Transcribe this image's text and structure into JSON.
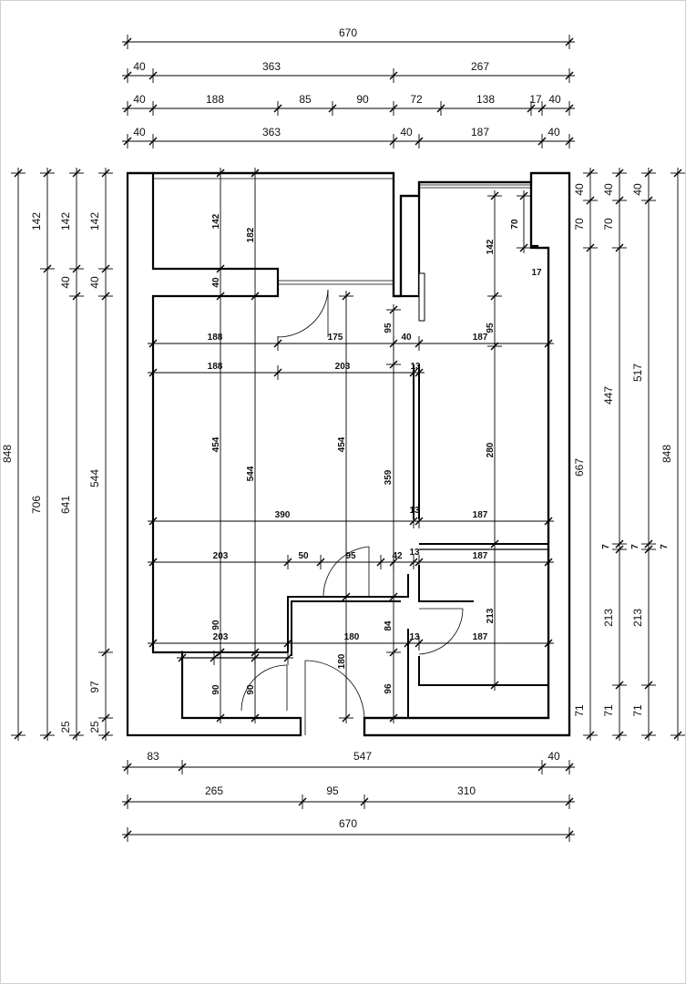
{
  "plan": {
    "dims_top_1": [
      "670"
    ],
    "dims_top_2": [
      "40",
      "363",
      "267"
    ],
    "dims_top_3": [
      "40",
      "188",
      "85",
      "90",
      "72",
      "138",
      "17",
      "40"
    ],
    "dims_top_4": [
      "40",
      "363",
      "40",
      "187",
      "40"
    ],
    "dims_left": [
      "848",
      "706",
      "641",
      "544",
      "142",
      "142",
      "142",
      "40",
      "40",
      "97",
      "25",
      "25"
    ],
    "dims_right": [
      "40",
      "40",
      "40",
      "70",
      "70",
      "667",
      "447",
      "517",
      "848",
      "213",
      "213",
      "71",
      "71",
      "71",
      "7",
      "7",
      "7"
    ],
    "dims_bottom_1": [
      "83",
      "547",
      "40"
    ],
    "dims_bottom_2": [
      "265",
      "95",
      "310"
    ],
    "dims_bottom_3": [
      "670"
    ],
    "interior_h": [
      "188",
      "175",
      "40",
      "187",
      "188",
      "203",
      "13",
      "390",
      "13",
      "187",
      "203",
      "50",
      "95",
      "42",
      "13",
      "187",
      "203",
      "180",
      "13",
      "187"
    ],
    "interior_v": [
      "142",
      "182",
      "40",
      "95",
      "95",
      "142",
      "70",
      "17",
      "454",
      "544",
      "454",
      "359",
      "280",
      "90",
      "84",
      "213",
      "90",
      "90",
      "180",
      "96"
    ]
  }
}
